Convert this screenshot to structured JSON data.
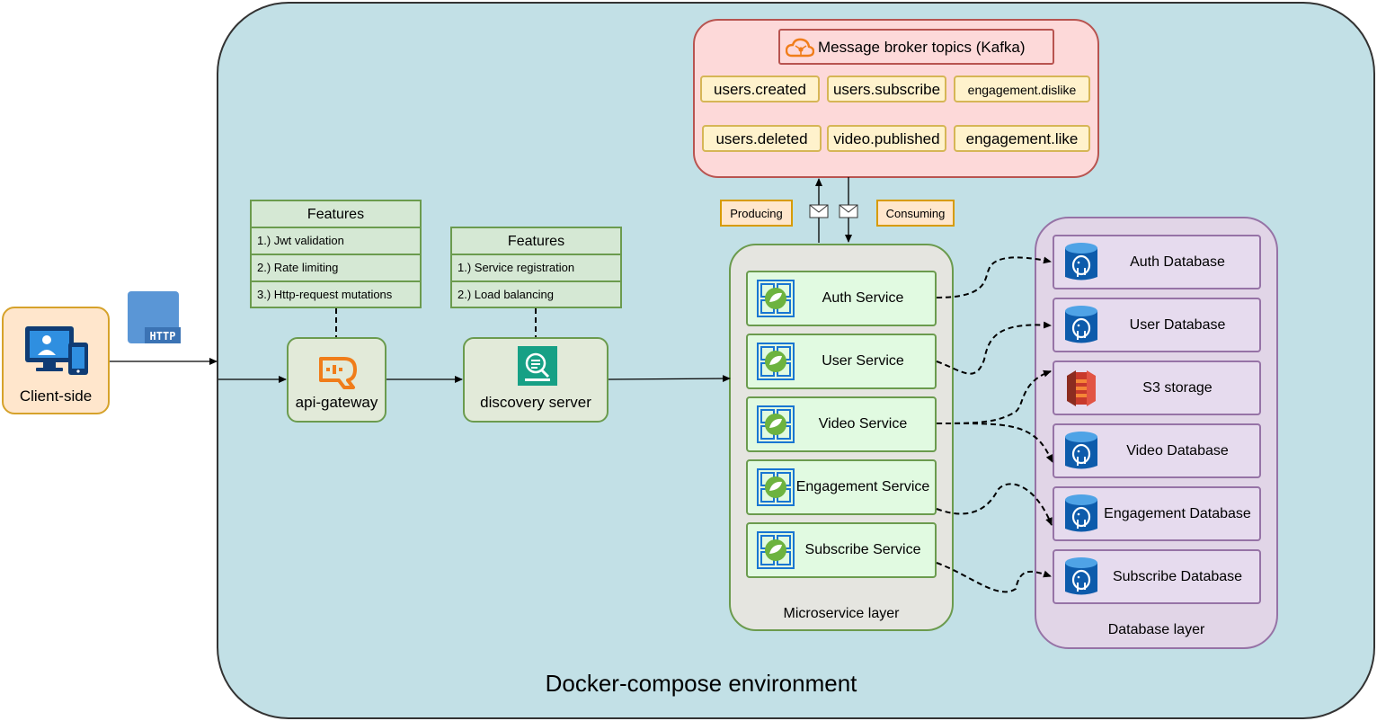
{
  "environment": {
    "label": "Docker-compose environment"
  },
  "client": {
    "label": "Client-side",
    "icon": "devices-icon"
  },
  "http": {
    "icon": "http-icon",
    "text": "HTTP"
  },
  "gateway": {
    "label": "api-gateway",
    "icon": "api-gateway-icon",
    "features": {
      "title": "Features",
      "items": [
        "1.) Jwt validation",
        "2.) Rate limiting",
        "3.) Http-request mutations"
      ]
    }
  },
  "discovery": {
    "label": "discovery server",
    "icon": "discovery-icon",
    "features": {
      "title": "Features",
      "items": [
        "1.) Service registration",
        "2.) Load balancing"
      ]
    }
  },
  "broker": {
    "title": "Message broker topics (Kafka)",
    "icon": "kafka-cloud-icon",
    "topics": [
      [
        "users.created",
        "users.subscribe",
        "engagement.dislike"
      ],
      [
        "users.deleted",
        "video.published",
        "engagement.like"
      ]
    ],
    "producing_label": "Producing",
    "consuming_label": "Consuming"
  },
  "microservices": {
    "label": "Microservice layer",
    "icon": "spring-service-icon",
    "services": [
      "Auth Service",
      "User Service",
      "Video Service",
      "Engagement Service",
      "Subscribe Service"
    ]
  },
  "databases": {
    "label": "Database layer",
    "items": [
      {
        "label": "Auth Database",
        "icon": "postgres-icon"
      },
      {
        "label": "User Database",
        "icon": "postgres-icon"
      },
      {
        "label": "S3 storage",
        "icon": "s3-icon"
      },
      {
        "label": "Video Database",
        "icon": "postgres-icon"
      },
      {
        "label": "Engagement Database",
        "icon": "postgres-icon"
      },
      {
        "label": "Subscribe Database",
        "icon": "postgres-icon"
      }
    ]
  },
  "colors": {
    "environment": "#c2e0e6",
    "client": "#ffe6cc",
    "green_node": "#e2ead9",
    "broker": "#fdd9d9",
    "topic": "#fff2cc",
    "service": "#e1fae1",
    "database_layer": "#e1d5e7",
    "accent_orange": "#f07d1a"
  }
}
